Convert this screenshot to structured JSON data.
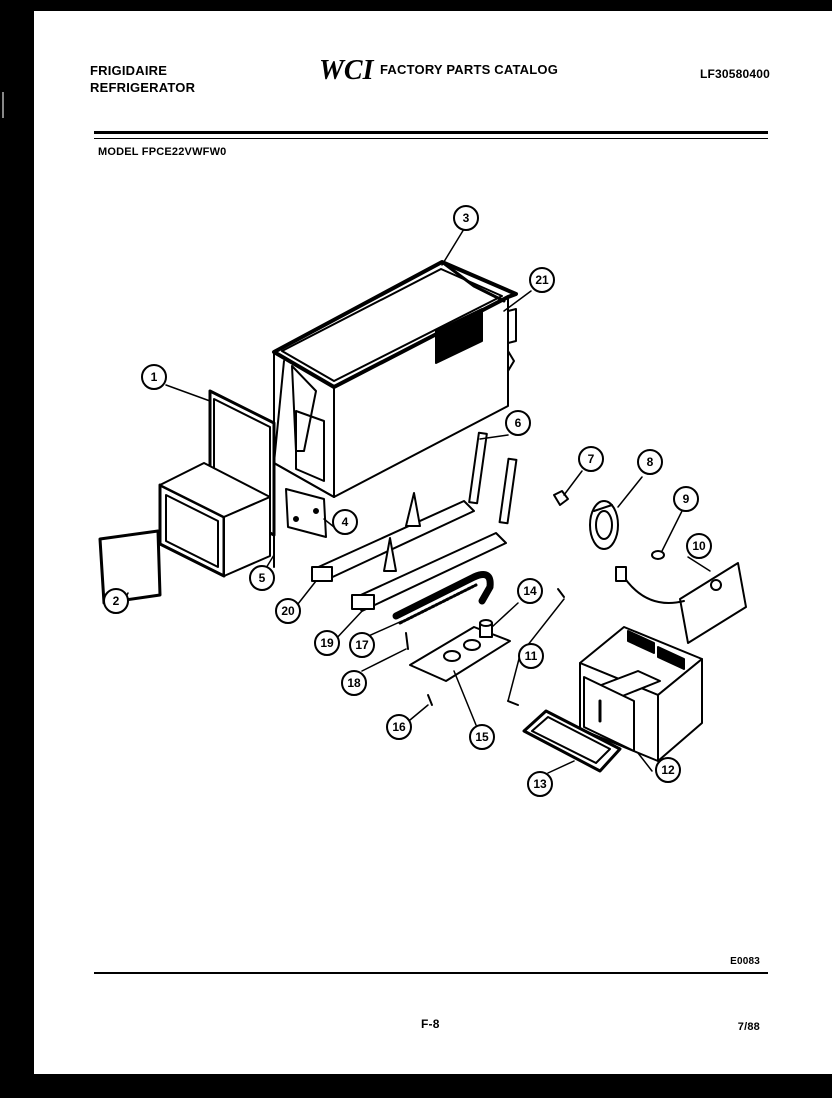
{
  "header": {
    "brand_line1": "FRIGIDAIRE",
    "brand_line2": "REFRIGERATOR",
    "logo_text": "WCI",
    "catalog_title": "FACTORY PARTS CATALOG",
    "doc_number": "LF30580400"
  },
  "model_label": "MODEL FPCE22VWFW0",
  "diagram": {
    "callouts": [
      "1",
      "2",
      "3",
      "4",
      "5",
      "6",
      "7",
      "8",
      "9",
      "10",
      "11",
      "12",
      "13",
      "14",
      "15",
      "16",
      "17",
      "18",
      "19",
      "20",
      "21"
    ]
  },
  "footer": {
    "figure_code": "E0083",
    "page": "F-8",
    "date": "7/88"
  }
}
